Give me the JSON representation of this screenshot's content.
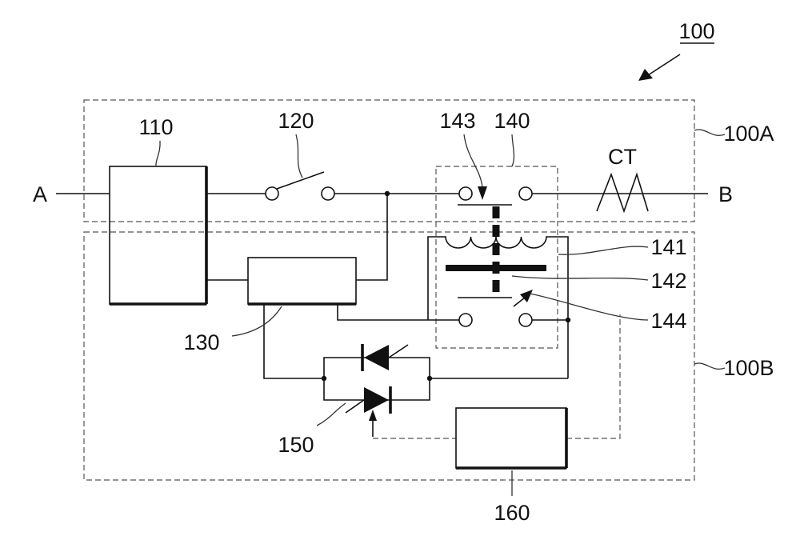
{
  "figure_label": "100",
  "regions": {
    "upper": "100A",
    "lower": "100B"
  },
  "terminals": {
    "a": "A",
    "b": "B"
  },
  "components": {
    "c110": "110",
    "c120": "120",
    "c130": "130",
    "c140": "140",
    "c141": "141",
    "c142": "142",
    "c143": "143",
    "c144": "144",
    "c150": "150",
    "c160": "160",
    "ct": "CT"
  }
}
